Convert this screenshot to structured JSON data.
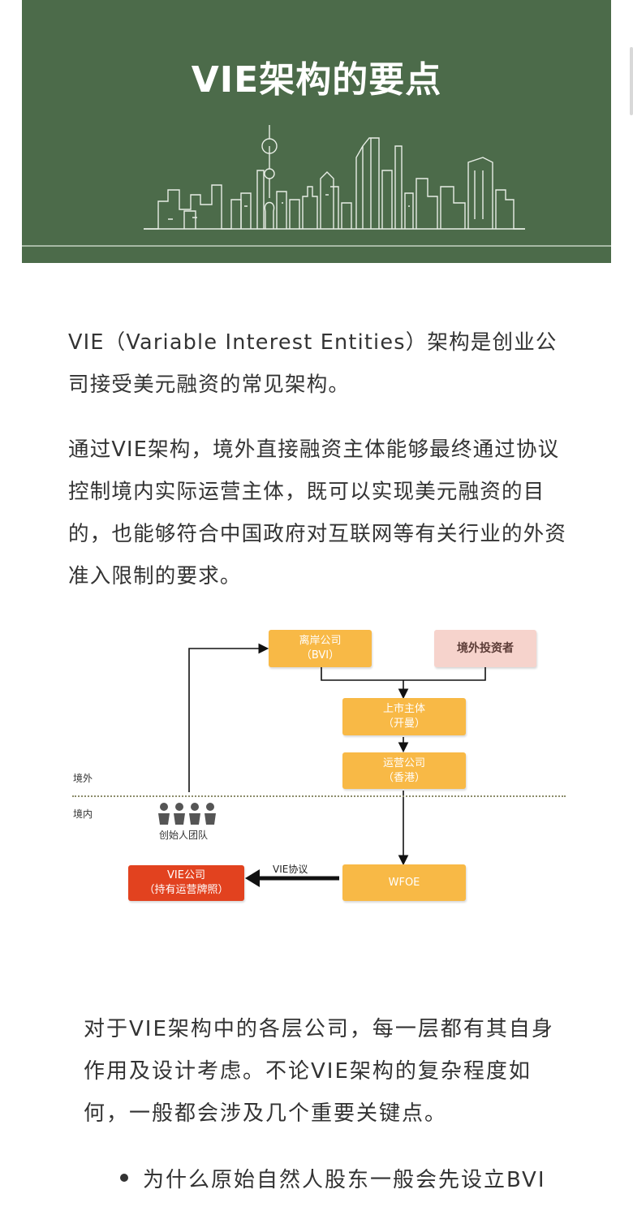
{
  "header": {
    "title": "VIE架构的要点"
  },
  "intro": {
    "p1": "VIE（Variable Interest Entities）架构是创业公司接受美元融资的常见架构。",
    "p2": "通过VIE架构，境外直接融资主体能够最终通过协议控制境内实际运营主体，既可以实现美元融资的目的，也能够符合中国政府对互联网等有关行业的外资准入限制的要求。"
  },
  "diagram": {
    "offshore_company": [
      "离岸公司",
      "（BVI）"
    ],
    "foreign_investors": "境外投资者",
    "listed_entity": [
      "上市主体",
      "（开曼）"
    ],
    "operating_company": [
      "运营公司",
      "（香港）"
    ],
    "wfoe": "WFOE",
    "vie_company": [
      "VIE公司",
      "（持有运营牌照）"
    ],
    "label_offshore": "境外",
    "label_onshore": "境内",
    "founders_label": "创始人团队",
    "vie_agreement_label": "VIE协议",
    "colors": {
      "box": "#f8b946",
      "pink_box": "#f6d3cc",
      "red_box": "#e2421f",
      "person": "#555555"
    }
  },
  "body": {
    "p3": "对于VIE架构中的各层公司，每一层都有其自身作用及设计考虑。不论VIE架构的复杂程度如何，一般都会涉及几个重要关键点。",
    "bullet1": "为什么原始自然人股东一般会先设立BVI"
  },
  "theme": {
    "header_bg": "#4c6b4a",
    "text": "#333333"
  }
}
